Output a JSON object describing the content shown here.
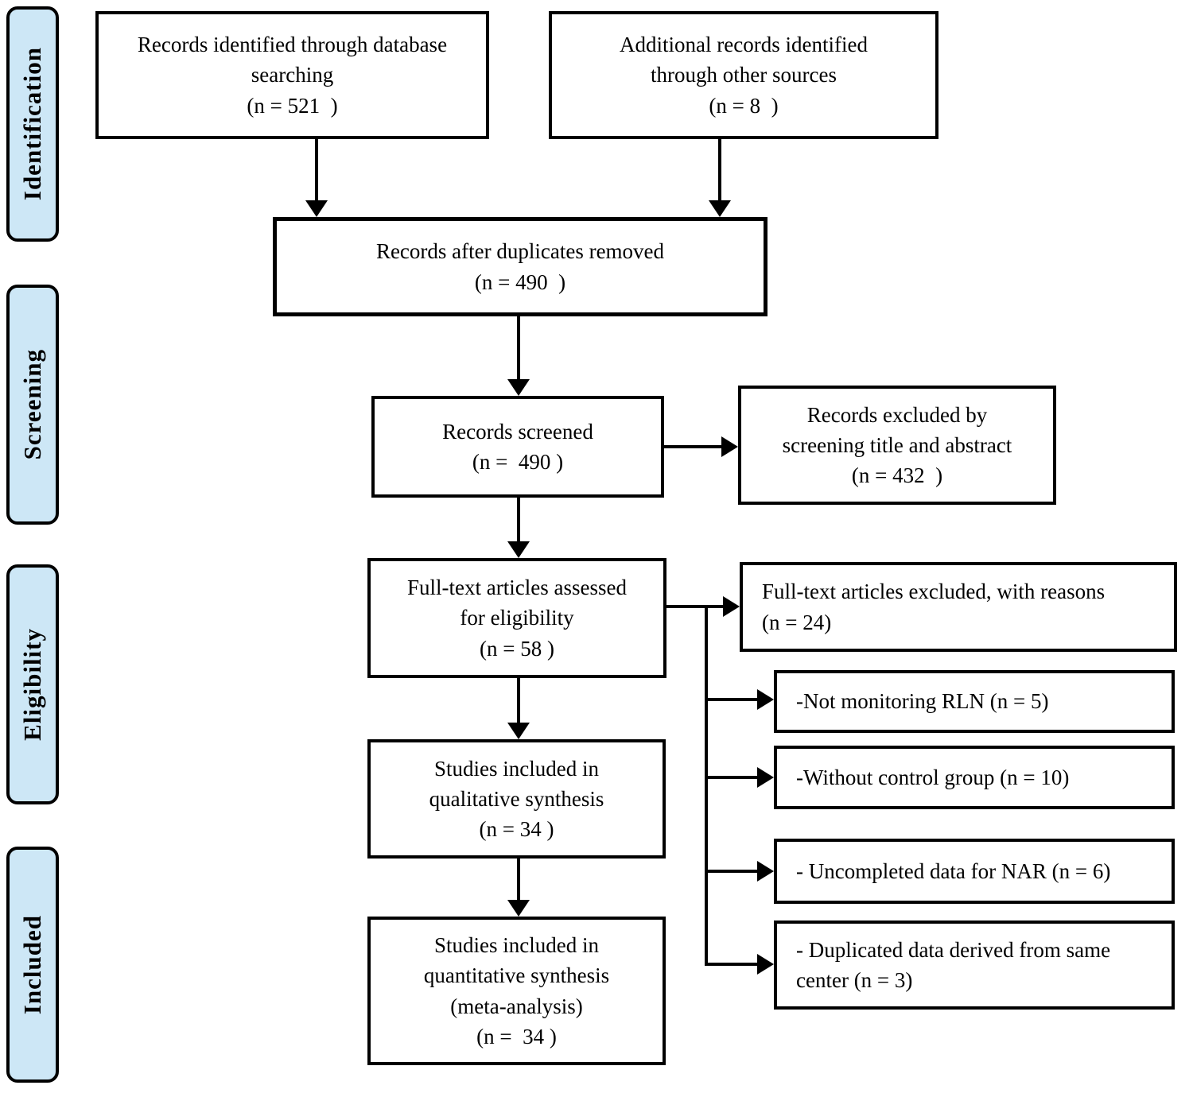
{
  "title": "PRISMA flow diagram",
  "colors": {
    "stage_fill": "#cde7f6",
    "line_color": "#000000",
    "background": "#ffffff"
  },
  "stages": [
    {
      "label": "Identification"
    },
    {
      "label": "Screening"
    },
    {
      "label": "Eligibility"
    },
    {
      "label": "Included"
    }
  ],
  "nodes": {
    "records_identified": {
      "text": "Records identified through database\nsearching\n(n = 521  )"
    },
    "additional_records": {
      "text": "Additional records identified\nthrough other sources\n(n = 8  )"
    },
    "after_duplicates": {
      "text": "Records after duplicates removed\n(n = 490  )"
    },
    "records_screened": {
      "text": "Records screened\n(n =  490 )"
    },
    "records_excluded": {
      "text": "Records excluded by\nscreening title and abstract\n(n = 432  )"
    },
    "fulltext_assessed": {
      "text": "Full-text articles assessed\nfor eligibility\n(n = 58 )"
    },
    "fulltext_excluded": {
      "text": "Full-text articles excluded, with reasons\n(n = 24)"
    },
    "reason_not_monitoring": {
      "text": "-Not monitoring RLN (n = 5)"
    },
    "reason_without_control": {
      "text": "-Without control group (n = 10)"
    },
    "reason_uncompleted_data": {
      "text": "- Uncompleted data for NAR (n = 6)"
    },
    "reason_duplicated_data": {
      "text": "- Duplicated data derived from same\ncenter (n = 3)"
    },
    "qualitative_synthesis": {
      "text": "Studies included in\nqualitative synthesis\n(n = 34 )"
    },
    "quantitative_synthesis": {
      "text": "Studies included in\nquantitative synthesis\n(meta-analysis)\n(n =  34 )"
    }
  }
}
